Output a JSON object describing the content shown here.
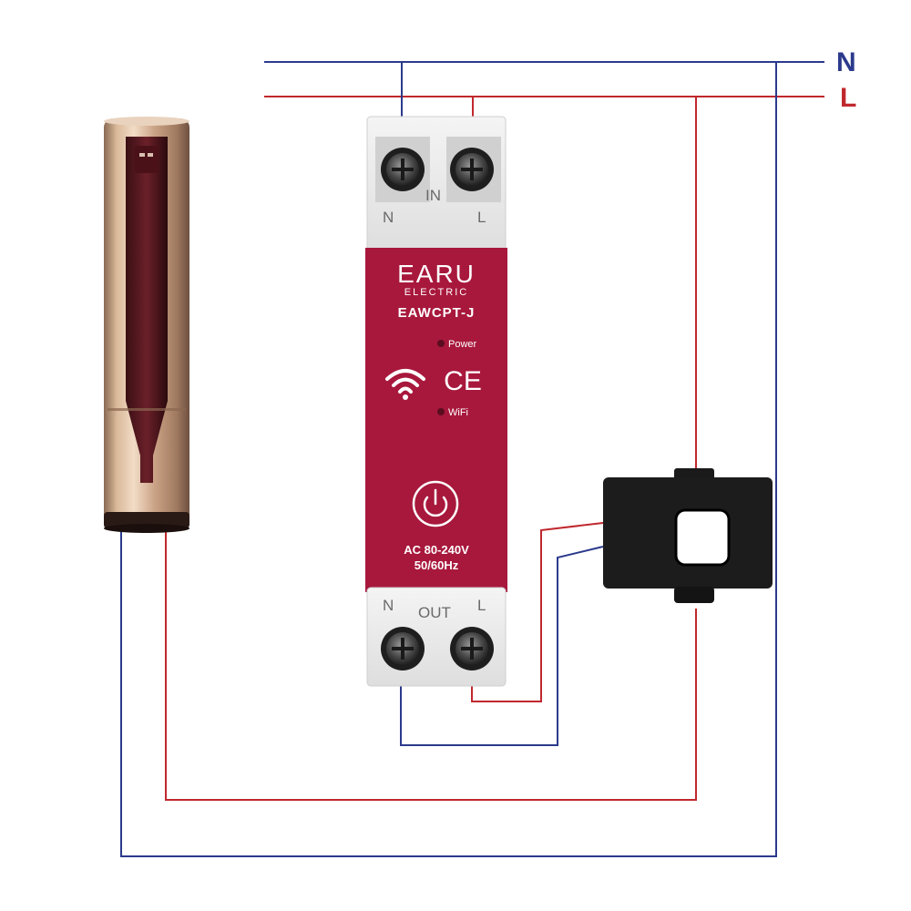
{
  "bus": {
    "neutral_label": "N",
    "line_label": "L",
    "neutral_color": "#2b3a8c",
    "line_color": "#c0282e"
  },
  "device": {
    "brand": "EARU",
    "brand_sub": "ELECTRIC",
    "model": "EAWCPT-J",
    "power_indicator": "Power",
    "wifi_indicator": "WiFi",
    "certification": "CE",
    "rating_voltage": "AC 80-240V",
    "rating_frequency": "50/60Hz",
    "body_color": "#a8183c",
    "input": {
      "group_label": "IN",
      "neutral": "N",
      "line": "L"
    },
    "output": {
      "group_label": "OUT",
      "neutral": "N",
      "line": "L"
    }
  },
  "icons": {
    "wifi": "wifi-icon",
    "power_button": "power-icon",
    "ce_mark": "ce-mark-icon"
  },
  "load": {
    "kind": "tower-air-conditioner"
  },
  "sensor": {
    "kind": "current-transformer-clamp"
  }
}
